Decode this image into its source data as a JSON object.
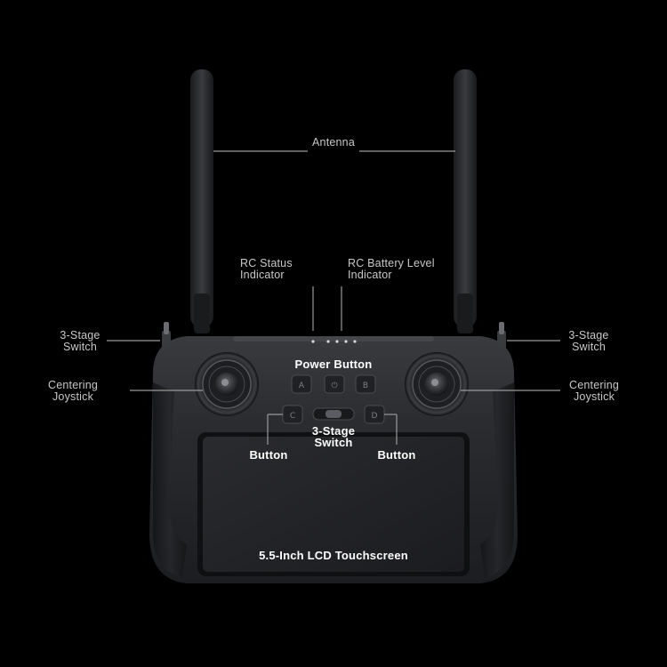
{
  "labels": {
    "antenna": "Antenna",
    "rc_status": "RC Status\nIndicator",
    "rc_battery": "RC Battery Level\nIndicator",
    "left_switch": "3-Stage\nSwitch",
    "right_switch": "3-Stage\nSwitch",
    "left_joystick": "Centering\nJoystick",
    "right_joystick": "Centering\nJoystick",
    "power_button": "Power Button",
    "center_switch": "3-Stage\nSwitch",
    "left_button": "Button",
    "right_button": "Button",
    "screen": "5.5-Inch LCD Touchscreen"
  },
  "buttons": {
    "a": "A",
    "power": "⏻",
    "b": "B",
    "c": "C",
    "d": "D"
  },
  "colors": {
    "background": "#000000",
    "body": "#2a2b2e",
    "label": "#c8c8c8",
    "label_bold": "#ffffff",
    "leader_line": "#9a9a9a"
  }
}
